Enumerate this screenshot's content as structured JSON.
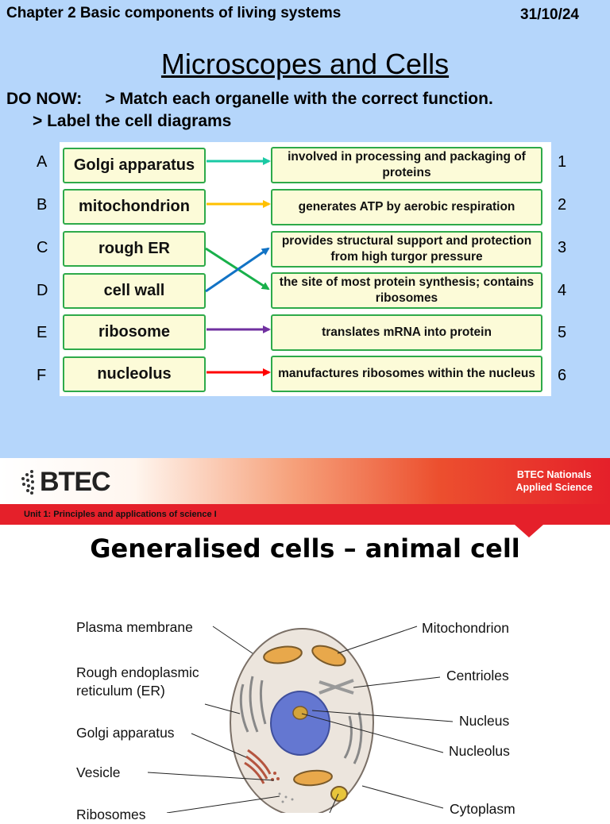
{
  "slide1": {
    "chapter": "Chapter 2 Basic components of living systems",
    "date": "31/10/24",
    "title": "Microscopes and Cells",
    "do_now": "DO NOW:     > Match each organelle with the correct function.",
    "do_now_2": "> Label the cell diagrams",
    "letters": [
      "A",
      "B",
      "C",
      "D",
      "E",
      "F"
    ],
    "numbers": [
      "1",
      "2",
      "3",
      "4",
      "5",
      "6"
    ],
    "organelles": [
      "Golgi apparatus",
      "mitochondrion",
      "rough ER",
      "cell wall",
      "ribosome",
      "nucleolus"
    ],
    "functions": [
      "involved in processing and packaging of proteins",
      "generates ATP by aerobic respiration",
      "provides structural support and protection from high turgor pressure",
      "the site of most protein synthesis; contains ribosomes",
      "translates mRNA into protein",
      "manufactures ribosomes within the nucleus"
    ],
    "arrow_colors": [
      "#1ac9a4",
      "#ffc000",
      "#18b04a",
      "#1273c5",
      "#7030a0",
      "#ff0000"
    ]
  },
  "slide2": {
    "logo": "BTEC",
    "brand_line1": "BTEC Nationals",
    "brand_line2": "Applied Science",
    "unit": "Unit 1: Principles and applications of science I",
    "title": "Generalised cells – animal cell",
    "labels": {
      "plasma_membrane": "Plasma membrane",
      "rough_er_1": "Rough endoplasmic",
      "rough_er_2": "reticulum (ER)",
      "golgi": "Golgi apparatus",
      "vesicle": "Vesicle",
      "ribosomes": "Ribosomes",
      "mitochondrion": "Mitochondrion",
      "centrioles": "Centrioles",
      "nucleus": "Nucleus",
      "nucleolus": "Nucleolus",
      "cytoplasm": "Cytoplasm"
    }
  }
}
